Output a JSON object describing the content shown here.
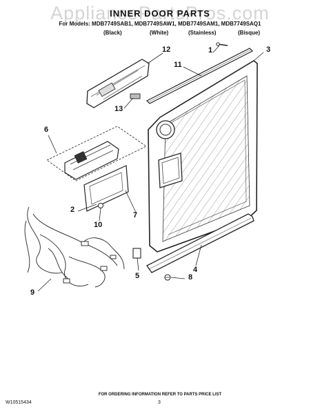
{
  "header": {
    "title": "INNER DOOR PARTS",
    "models": "For Models: MDB7749SAB1, MDB7749SAW1, MDB7749SAM1, MDB7749SAQ1",
    "colors": [
      "(Black)",
      "(White)",
      "(Stainless)",
      "(Bisque)"
    ]
  },
  "watermark": "AppliancePartsPros.com",
  "callouts": [
    "1",
    "2",
    "3",
    "4",
    "5",
    "6",
    "7",
    "8",
    "9",
    "10",
    "11",
    "12",
    "13"
  ],
  "footer": {
    "note": "FOR ORDERING INFORMATION REFER TO PARTS PRICE LIST",
    "doc_number": "W10515434",
    "page_number": "3"
  }
}
